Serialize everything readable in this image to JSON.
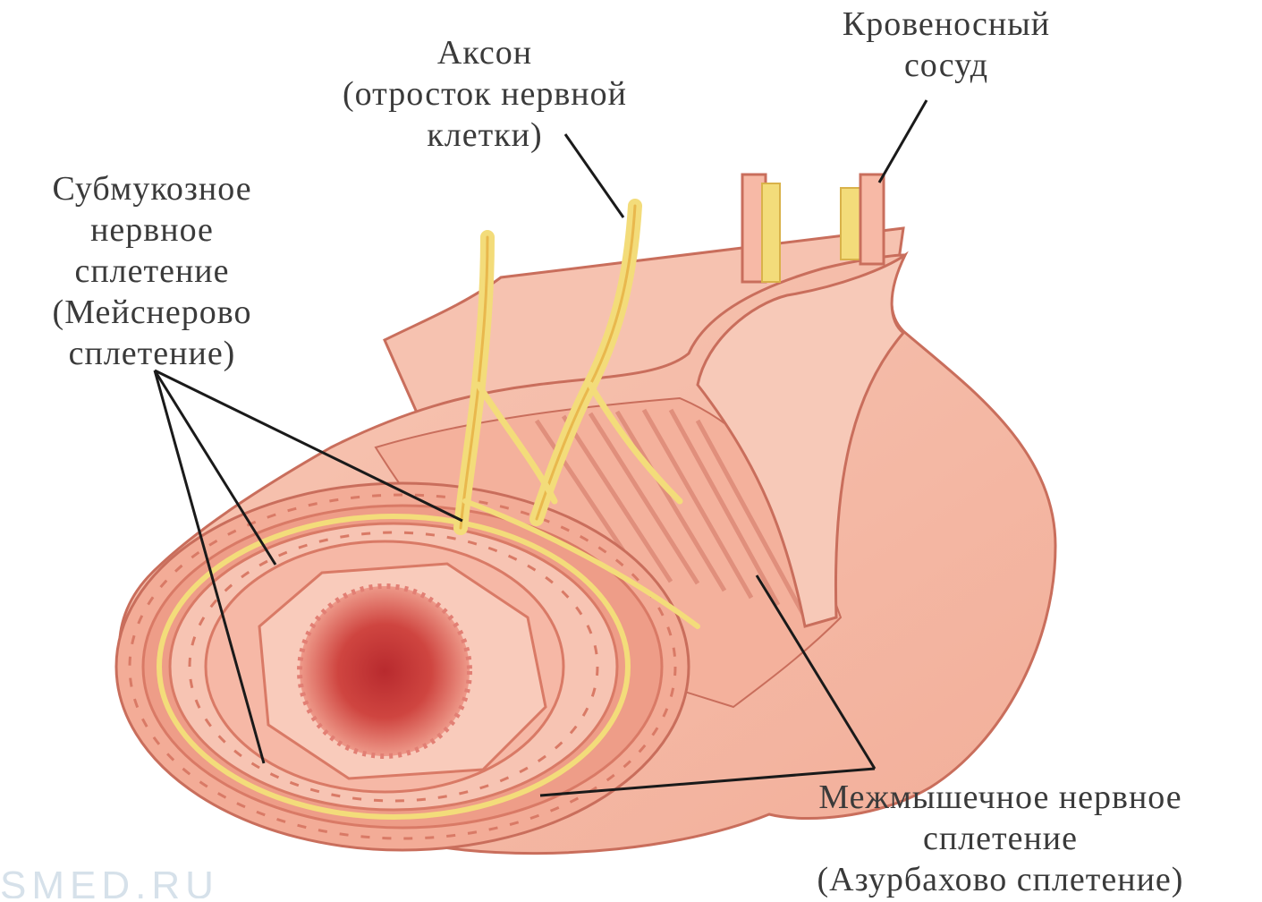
{
  "diagram": {
    "labels": {
      "axon": [
        "Аксон",
        "(отросток нервной",
        "клетки)"
      ],
      "blood_vessel": [
        "Кровеносный",
        "сосуд"
      ],
      "submucosal_plexus": [
        "Субмукозное",
        "нервное",
        "сплетение",
        "(Мейснерово",
        "сплетение)"
      ],
      "myenteric_plexus": [
        "Межмышечное нервное",
        "сплетение",
        "(Азурбахово сплетение)"
      ]
    },
    "watermark": "SMED.RU",
    "colors": {
      "tissue_outer": "#f4b8a4",
      "tissue_light": "#f9cdbd",
      "muscle_band": "#ec9a86",
      "outline": "#c96e5c",
      "lumen": "#c93a3a",
      "nerve": "#f3dc7a",
      "leader": "#1a1a1a"
    }
  }
}
